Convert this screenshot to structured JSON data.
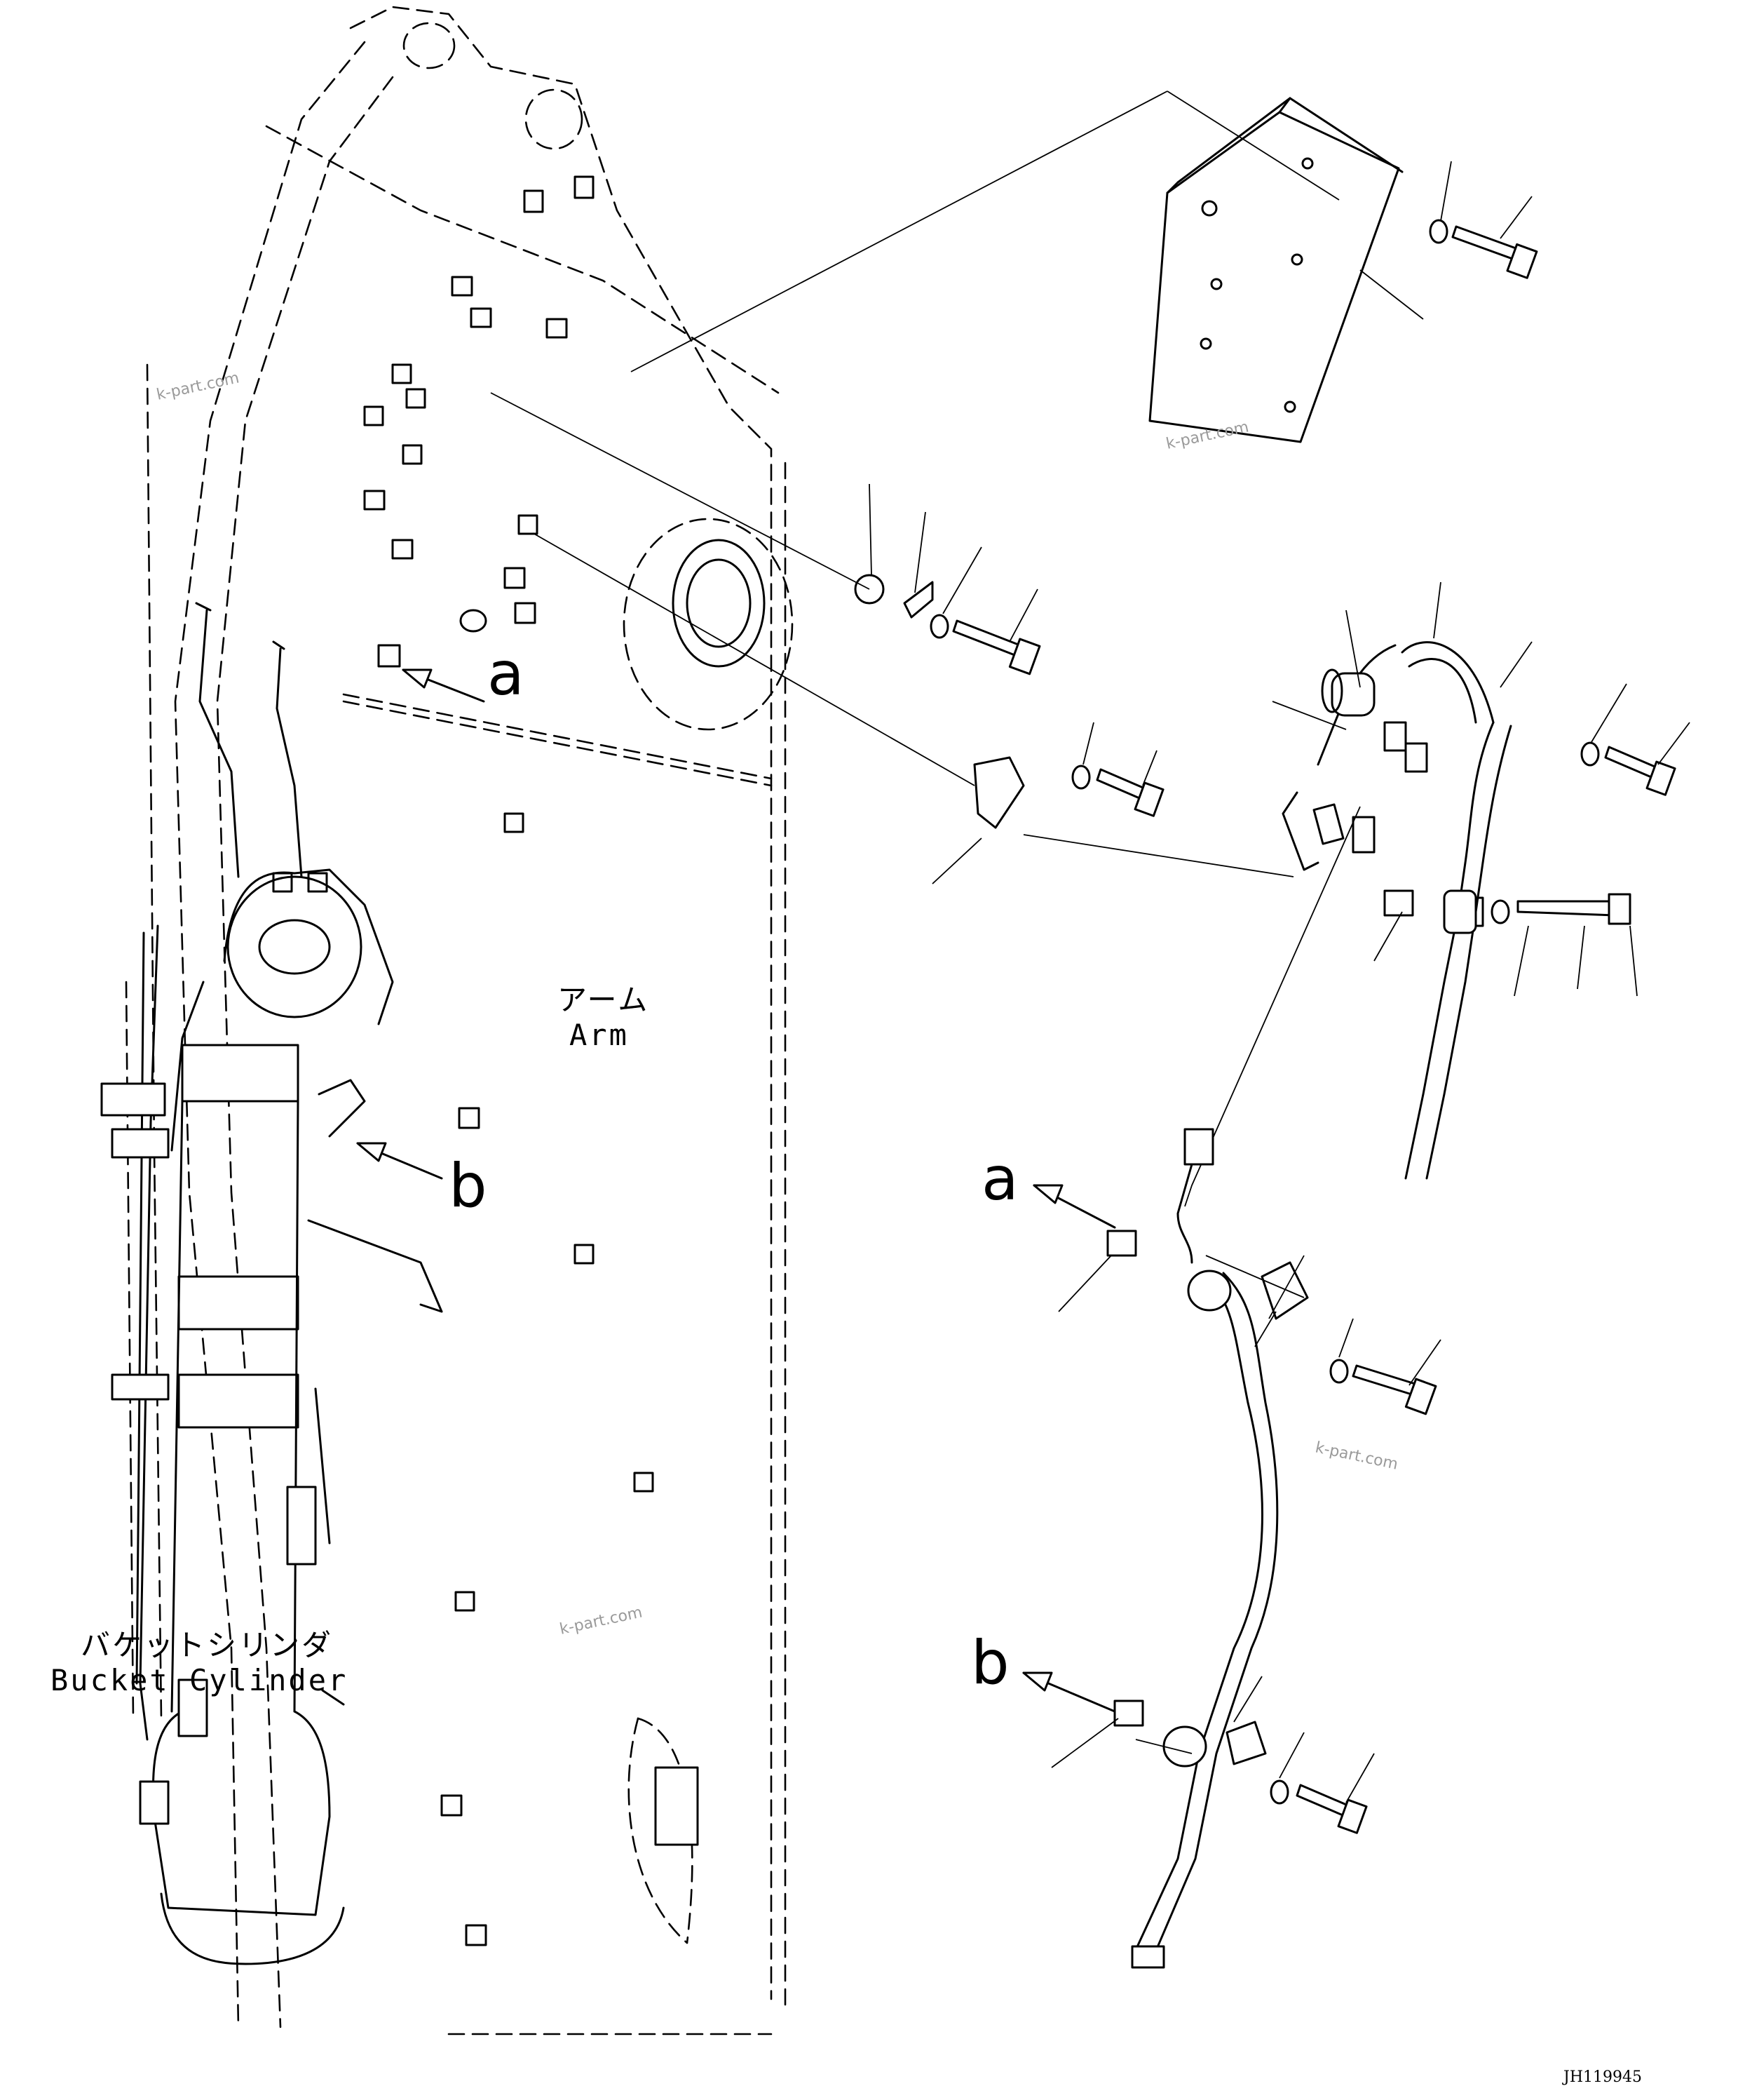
{
  "labels": {
    "arm_ja": "アーム",
    "arm_en": "Arm",
    "cylinder_ja": "バケットシリンダ",
    "cylinder_en": "Bucket Cylinder",
    "ref_a": "a",
    "ref_b": "b"
  },
  "watermark": "k-part.com",
  "drawing_code": "JH119945"
}
